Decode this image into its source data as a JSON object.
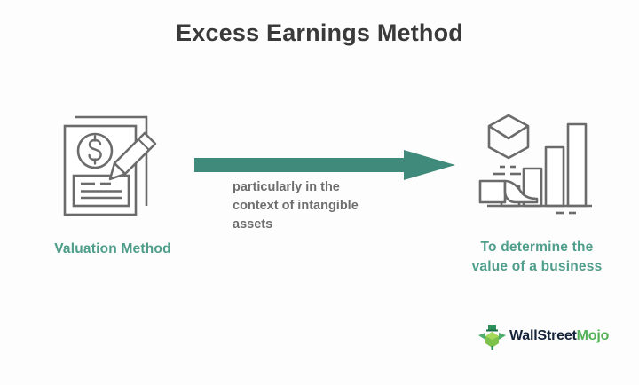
{
  "page": {
    "title": "Excess Earnings Method",
    "background_color": "#fdfdfd"
  },
  "colors": {
    "title_text": "#3a3a3a",
    "accent_teal": "#4e9e8b",
    "arrow_teal": "#3f8a7a",
    "icon_stroke": "#6b6b6b",
    "body_text": "#6e6e6e",
    "logo_dark": "#16253a",
    "logo_green": "#55b158"
  },
  "left": {
    "icon_name": "valuation-document-icon",
    "label": "Valuation Method"
  },
  "middle": {
    "arrow_name": "rightward-arrow",
    "caption_lines": [
      "particularly in the",
      "context of intangible",
      "assets"
    ]
  },
  "right": {
    "icon_name": "hand-box-bar-chart-icon",
    "label_lines": [
      "To determine the",
      "value of a business"
    ]
  },
  "logo": {
    "mark_name": "wallstreetmojo-logo-mark",
    "text_primary": "WallStreet",
    "text_accent": "Mojo"
  }
}
